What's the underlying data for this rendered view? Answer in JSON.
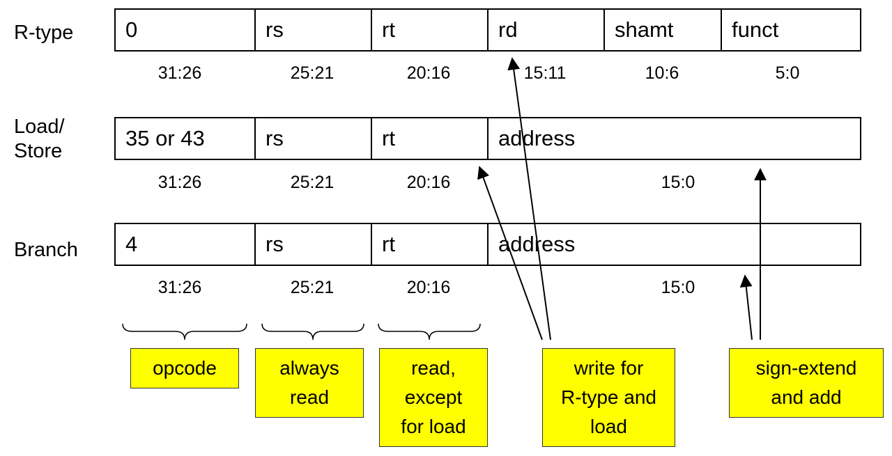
{
  "formats": [
    {
      "label": "R-type",
      "fields": [
        "0",
        "rs",
        "rt",
        "rd",
        "shamt",
        "funct"
      ],
      "bits": [
        "31:26",
        "25:21",
        "20:16",
        "15:11",
        "10:6",
        "5:0"
      ]
    },
    {
      "label": "Load/\nStore",
      "fields": [
        "35 or 43",
        "rs",
        "rt",
        "address"
      ],
      "bits": [
        "31:26",
        "25:21",
        "20:16",
        "15:0"
      ]
    },
    {
      "label": "Branch",
      "fields": [
        "4",
        "rs",
        "rt",
        "address"
      ],
      "bits": [
        "31:26",
        "25:21",
        "20:16",
        "15:0"
      ]
    }
  ],
  "notes": {
    "opcode": "opcode",
    "always_read": "always\nread",
    "read_except_load": "read,\nexcept\nfor load",
    "write_rtype_load": "write for\nR-type and\nload",
    "sign_extend_add": "sign-extend\nand add"
  },
  "colors": {
    "note_fill": "#ffff00",
    "line": "#000000"
  }
}
